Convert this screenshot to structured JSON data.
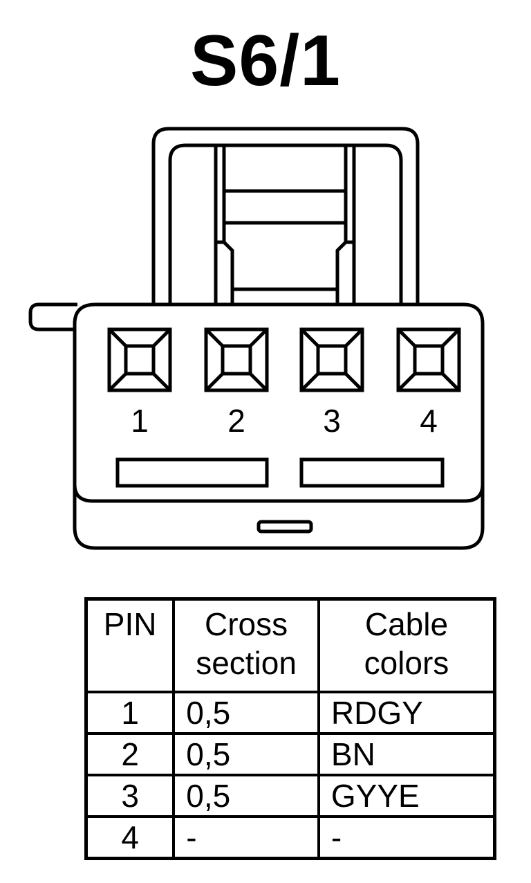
{
  "title": "S6/1",
  "connector": {
    "pin_labels": [
      "1",
      "2",
      "3",
      "4"
    ]
  },
  "table": {
    "headers": {
      "pin": "PIN",
      "cross_section": [
        "Cross",
        "section"
      ],
      "cable_colors": [
        "Cable",
        "colors"
      ]
    },
    "rows": [
      {
        "pin": "1",
        "cross_section": "0,5",
        "cable_color": "RDGY"
      },
      {
        "pin": "2",
        "cross_section": "0,5",
        "cable_color": "BN"
      },
      {
        "pin": "3",
        "cross_section": "0,5",
        "cable_color": "GYYE"
      },
      {
        "pin": "4",
        "cross_section": "-",
        "cable_color": "-"
      }
    ]
  }
}
